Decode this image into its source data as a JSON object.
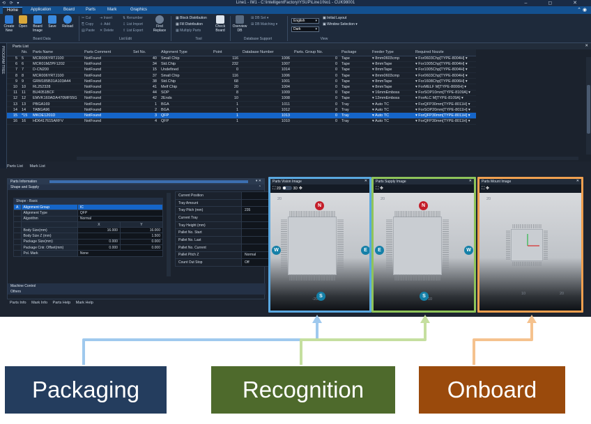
{
  "titlebar": {
    "title": "Line1 - IM1 - C:\\IntelligentFactory\\YSUP\\Line1\\No1 - CUK98001"
  },
  "ribbon": {
    "tabs": [
      "Home",
      "Application",
      "Board",
      "Parts",
      "Mark",
      "Graphics"
    ],
    "board_data": {
      "buttons": [
        "Create New",
        "Open",
        "Board Image",
        "Save",
        "Reload"
      ],
      "group_label": "Board Data"
    },
    "list_edit": {
      "items": [
        "Cut",
        "Copy",
        "Paste",
        "Insert",
        "Add",
        "Delete",
        "Renumber",
        "List Import",
        "List Export",
        "Find Replace"
      ],
      "group_label": "List Edit"
    },
    "tool": {
      "items": [
        "Block Distribution",
        "Fill Distribution",
        "Multiply Parts",
        "Check Board"
      ],
      "group_label": "Tool"
    },
    "database_support": {
      "items": [
        "Overview DB",
        "DB Set",
        "DB Matching"
      ],
      "group_label": "Database Support"
    },
    "view": {
      "language": "English",
      "theme": "Dark",
      "items": [
        "Initial Layout",
        "Window Selection"
      ],
      "group_label": "View"
    }
  },
  "side_tree": {
    "label": "PROGRAM TREE"
  },
  "parts_list": {
    "title": "Parts List",
    "columns": [
      "No.",
      "Parts Name",
      "Parts Comment",
      "Set No.",
      "Alignment Type",
      "Point",
      "Database Number",
      "Parts. Group No.",
      "Package",
      "Feeder Type",
      "Required Nozzle"
    ],
    "rows": [
      [
        "5",
        "5",
        "MCR006YRTJ100",
        "NotFound",
        "",
        "40",
        "Small Chip",
        "116",
        "1006",
        "0",
        "Tape",
        "8mm0603cmp",
        "For0603Chp[TYPE-8004H]"
      ],
      [
        "6",
        "6",
        "MCR01MZPF1202",
        "NotFound",
        "",
        "34",
        "Std.Chip",
        "232",
        "1007",
        "0",
        "Tape",
        "8mmTape",
        "For1005Chp[TYPE-8004H]"
      ],
      [
        "7",
        "7",
        "D-CN200",
        "NotFound",
        "",
        "15",
        "Undefined",
        "0",
        "1014",
        "0",
        "Tape",
        "8mmTape",
        "For1005Chp[TYPE-8004H]"
      ],
      [
        "8",
        "8",
        "MCR006YRTJ100",
        "NotFound",
        "",
        "37",
        "Small Chip",
        "116",
        "1006",
        "0",
        "Tape",
        "8mm0603cmp",
        "For0603Chp[TYPE-8004H]"
      ],
      [
        "9",
        "9",
        "GRM185B31A103A44",
        "NotFound",
        "",
        "38",
        "Std.Chip",
        "68",
        "1001",
        "0",
        "Tape",
        "8mmTape",
        "For1608Chp[TYPE-8006H]"
      ],
      [
        "10",
        "10",
        "RL252328",
        "NotFound",
        "",
        "41",
        "Melf Chip",
        "20",
        "1004",
        "0",
        "Tape",
        "8mmTape",
        "ForMELF M[TYPE-8006H]"
      ],
      [
        "11",
        "11",
        "BU4051BCF",
        "NotFound",
        "",
        "44",
        "SOP",
        "8",
        "1009",
        "0",
        "Tape",
        "16mmEmboss",
        "ForSOP10mm[TYPE-8109A]"
      ],
      [
        "12",
        "12",
        "EMVK160ADA470MF55G",
        "NotFound",
        "",
        "42",
        "2Ends",
        "10",
        "1008",
        "0",
        "Tape",
        "12mmEmboss",
        "ForALC M[TYPE-8109A]"
      ],
      [
        "13",
        "13",
        "PBGA169",
        "NotFound",
        "",
        "1",
        "BGA",
        "1",
        "1011",
        "0",
        "Tray",
        "Auto TC",
        "ForQFP30mm[TYPE-8011H]"
      ],
      [
        "14",
        "14",
        "TABGA96",
        "NotFound",
        "",
        "2",
        "BGA",
        "1",
        "1012",
        "0",
        "Tray",
        "Auto TC",
        "ForSOP20mm[TYPE-8011H]"
      ],
      [
        "15",
        "*15",
        "MKOE1201D",
        "NotFound",
        "",
        "3",
        "QFP",
        "1",
        "1013",
        "0",
        "Tray",
        "Auto TC",
        "ForQFP30mm[TYPE-8011H]"
      ],
      [
        "16",
        "16",
        "HD6417615ARFV",
        "NotFound",
        "",
        "4",
        "QFP",
        "1",
        "1010",
        "0",
        "Tray",
        "Auto TC",
        "ForQFP30mm[TYPE-8011H]"
      ]
    ],
    "selected_row": 10,
    "tabs": [
      "Parts List",
      "Mark List"
    ]
  },
  "parts_information": {
    "title": "Parts Information",
    "section": "Shape and Supply",
    "shape_title": "Shape - Basic",
    "shape_rows": [
      {
        "key": "A",
        "label": "Alignment Group",
        "value": "IC",
        "value2": ""
      },
      {
        "key": "",
        "label": "Alignment Type",
        "value": "QFP",
        "value2": ""
      },
      {
        "key": "",
        "label": "Algorithm",
        "value": "Normal",
        "value2": ""
      },
      {
        "key": "",
        "label": "",
        "value": "X",
        "value2": "Y"
      },
      {
        "key": "",
        "label": "Body Size(mm)",
        "value": "16.000",
        "value2": "16.000"
      },
      {
        "key": "",
        "label": "Body Size Z (mm)",
        "value": "",
        "value2": "1.500"
      },
      {
        "key": "",
        "label": "Package Size(mm)",
        "value": "0.000",
        "value2": "0.000"
      },
      {
        "key": "",
        "label": "Package Cntr. Offset(mm)",
        "value": "0.000",
        "value2": "0.000"
      },
      {
        "key": "",
        "label": "Pol. Mark",
        "value": "None",
        "value2": ""
      }
    ],
    "tray_rows": [
      {
        "label": "Current Position",
        "value": ""
      },
      {
        "label": "Tray Amount",
        "value": ""
      },
      {
        "label": "Tray Pitch (mm)",
        "value": "235"
      },
      {
        "label": "Current Tray",
        "value": ""
      },
      {
        "label": "Tray Height (mm)",
        "value": ""
      },
      {
        "label": "Pallet No. Start",
        "value": ""
      },
      {
        "label": "Pallet No. Last",
        "value": ""
      },
      {
        "label": "Pallet No. Current",
        "value": ""
      },
      {
        "label": "Pallet Pitch Z",
        "value": "Normal"
      },
      {
        "label": "Count Out Stop",
        "value": "Off"
      }
    ],
    "machine_control": "Machine Control",
    "others": "Others",
    "tabs": [
      "Parts Info",
      "Mark Info",
      "Parts Help",
      "Mark Help"
    ]
  },
  "image_panels": [
    {
      "title": "Parts Vision Image",
      "view_2d": "2D",
      "view_3d": "3D",
      "axis_top": "20",
      "axis_bottom": "-20",
      "badges": [
        "N",
        "W",
        "E",
        "S"
      ],
      "border_color": "#5aa8e0"
    },
    {
      "title": "Parts Supply Image",
      "axis_top": "20",
      "axis_bottom": "10",
      "badges": [
        "N",
        "E",
        "W",
        "S"
      ],
      "border_color": "#8fc45a"
    },
    {
      "title": "Parts Mount Image",
      "axis_top": "20",
      "axis_bottom_left": "10",
      "axis_bottom_right": "20",
      "border_color": "#f0a050"
    }
  ],
  "labels": {
    "packaging": "Packaging",
    "recognition": "Recognition",
    "onboard": "Onboard",
    "colors": {
      "packaging": "#243d5e",
      "recognition": "#4e6a2c",
      "onboard": "#9a4a0c"
    }
  }
}
